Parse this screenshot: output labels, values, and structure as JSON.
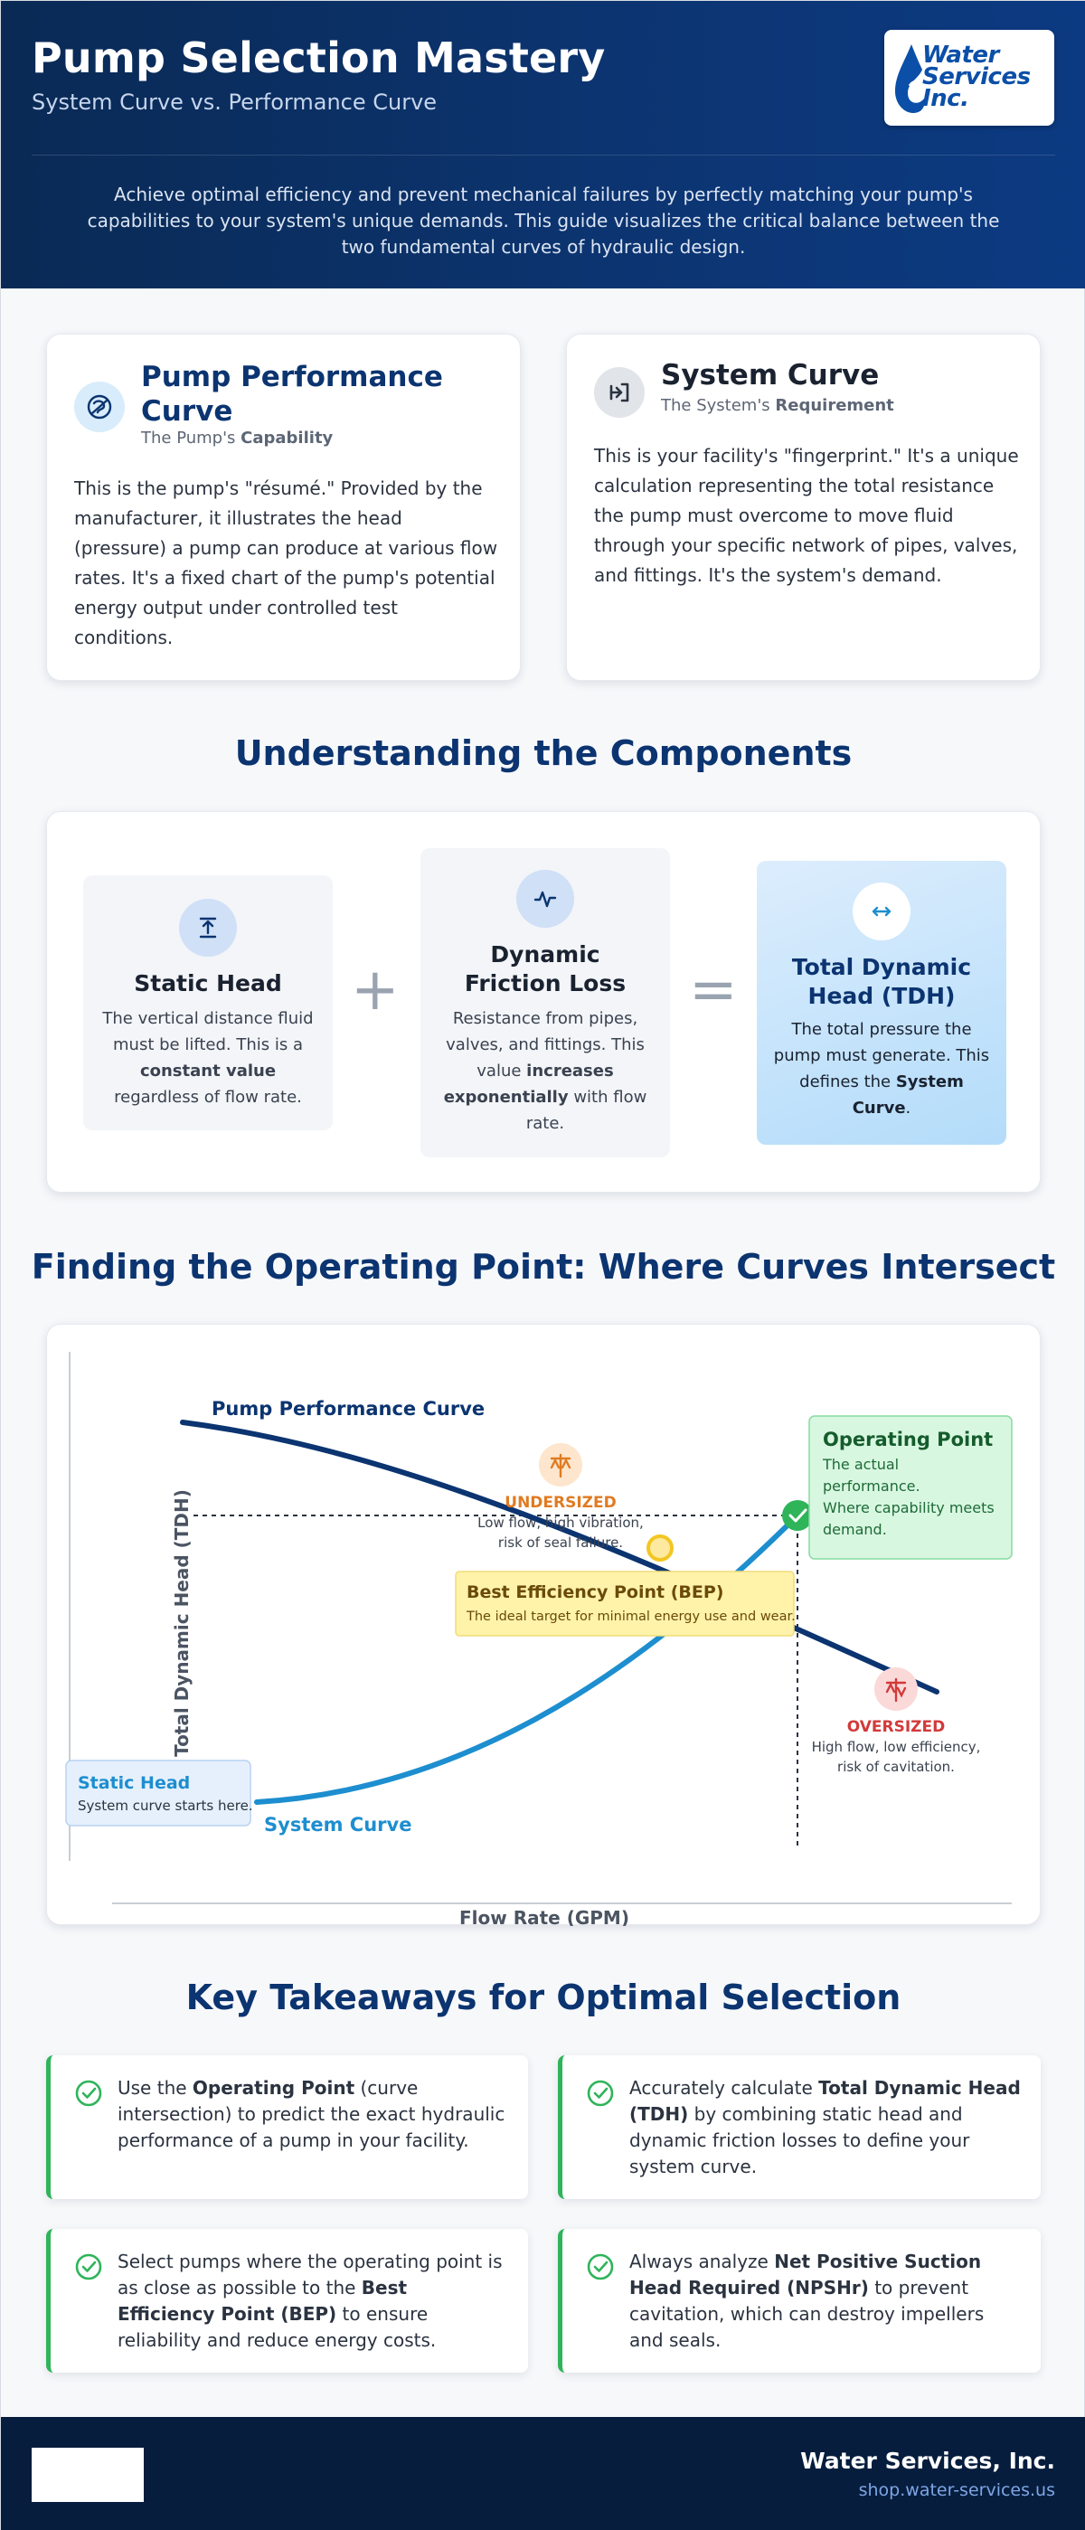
{
  "header": {
    "title": "Pump Selection Mastery",
    "subtitle": "System Curve vs. Performance Curve",
    "logo_line1": "Water",
    "logo_line2": "Services",
    "logo_line3": "Inc.",
    "intro": "Achieve optimal efficiency and prevent mechanical failures by perfectly matching your pump's capabilities to your system's unique demands. This guide visualizes the critical balance between the two fundamental curves of hydraulic design."
  },
  "cards": {
    "pump": {
      "title": "Pump Performance Curve",
      "tag_prefix": "The Pump's ",
      "tag_bold": "Capability",
      "body": "This is the pump's \"résumé.\" Provided by the manufacturer, it illustrates the head (pressure) a pump can produce at various flow rates. It's a fixed chart of the pump's potential energy output under controlled test conditions."
    },
    "system": {
      "title": "System Curve",
      "tag_prefix": "The System's ",
      "tag_bold": "Requirement",
      "body": "This is your facility's \"fingerprint.\" It's a unique calculation representing the total resistance the pump must overcome to move fluid through your specific network of pipes, valves, and fittings. It's the system's demand."
    }
  },
  "components": {
    "section_title": "Understanding the Components",
    "static": {
      "title": "Static Head",
      "desc_a": "The vertical distance fluid must be lifted. This is a ",
      "desc_b": "constant value",
      "desc_c": " regardless of flow rate."
    },
    "plus": "+",
    "friction": {
      "title_1": "Dynamic",
      "title_2": "Friction Loss",
      "desc_a": "Resistance from pipes, valves, and fittings. This value ",
      "desc_b": "increases exponentially",
      "desc_c": " with flow rate."
    },
    "equals": "=",
    "tdh": {
      "title_1": "Total Dynamic",
      "title_2": "Head (TDH)",
      "desc_a": "The total pressure the pump must generate. This defines the ",
      "desc_b": "System Curve",
      "desc_c": "."
    }
  },
  "chart_section_title": "Finding the Operating Point: Where Curves Intersect",
  "chart_data": {
    "type": "line",
    "xlabel": "Flow Rate (GPM)",
    "ylabel": "Total Dynamic Head (TDH)",
    "series": [
      {
        "name": "Pump Performance Curve",
        "color": "#0b3470"
      },
      {
        "name": "System Curve",
        "color": "#1d8ecf"
      }
    ],
    "annotations": {
      "operating_point": {
        "title": "Operating Point",
        "lines": [
          "The actual",
          "performance.",
          "Where capability meets",
          "demand."
        ]
      },
      "bep": {
        "title": "Best Efficiency Point (BEP)",
        "desc": "The ideal target for minimal energy use and wear."
      },
      "undersized": {
        "title": "UNDERSIZED",
        "lines": [
          "Low flow, high vibration,",
          "risk of seal failure."
        ]
      },
      "oversized": {
        "title": "OVERSIZED",
        "lines": [
          "High flow, low efficiency,",
          "risk of cavitation."
        ]
      },
      "static_head": {
        "title": "Static Head",
        "desc": "System curve starts here."
      }
    },
    "colors": {
      "operating": "#2fb45a",
      "bep": "#f3c622",
      "undersized": "#e07b22",
      "oversized": "#d23a3a"
    }
  },
  "takeaways": {
    "section_title": "Key Takeaways for Optimal Selection",
    "items": [
      {
        "a": "Use the ",
        "b": "Operating Point",
        "c": " (curve intersection) to predict the exact hydraulic performance of a pump in your facility."
      },
      {
        "a": "Accurately calculate ",
        "b": "Total Dynamic Head (TDH)",
        "c": " by combining static head and dynamic friction losses to define your system curve."
      },
      {
        "a": "Select pumps where the operating point is as close as possible to the ",
        "b": "Best Efficiency Point (BEP)",
        "c": " to ensure reliability and reduce energy costs."
      },
      {
        "a": "Always analyze ",
        "b": "Net Positive Suction Head Required (NPSHr)",
        "c": " to prevent cavitation, which can destroy impellers and seals."
      }
    ]
  },
  "footer": {
    "company": "Water Services, Inc.",
    "url": "shop.water-services.us"
  }
}
